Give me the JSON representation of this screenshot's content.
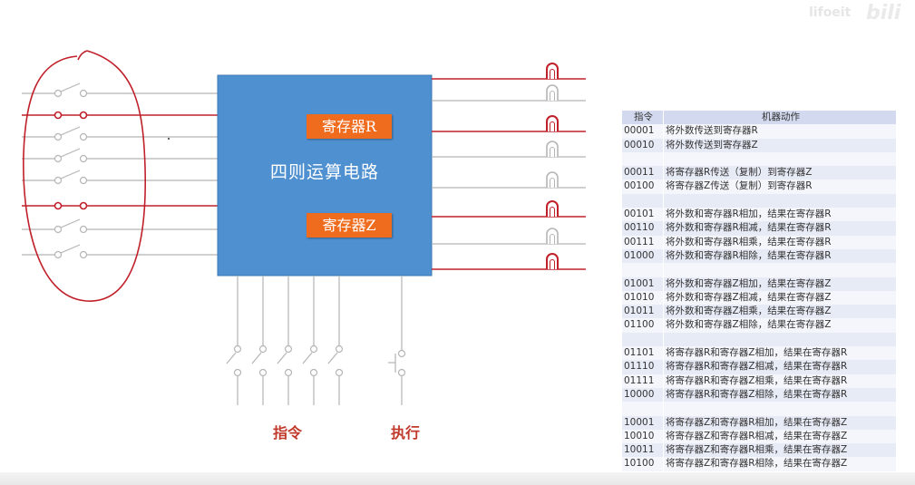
{
  "main_box": {
    "title": "四则运算电路",
    "fill": "#4f90d0"
  },
  "registers": {
    "r_label": "寄存器R",
    "z_label": "寄存器Z",
    "fill": "#ef6c1f"
  },
  "labels": {
    "instruction": "指令",
    "execute": "执行"
  },
  "watermark": {
    "text": "lifoeit",
    "logo": "bili"
  },
  "left_switches": {
    "closed": [
      false,
      true,
      false,
      false,
      false,
      true,
      false,
      false
    ]
  },
  "output_lamps": {
    "lit": [
      true,
      false,
      true,
      false,
      false,
      true,
      false,
      true
    ]
  },
  "bottom_switches": {
    "count": 5
  },
  "colors": {
    "active": "#c0202a",
    "inactive": "#b5b5b5",
    "ellipse": "#c0202a"
  },
  "table": {
    "header": {
      "code": "指令",
      "action": "机器动作"
    },
    "rows": [
      {
        "code": "00001",
        "action": "将外数传送到寄存器R"
      },
      {
        "code": "00010",
        "action": "将外数传送到寄存器Z"
      },
      {
        "code": "",
        "action": ""
      },
      {
        "code": "00011",
        "action": "将寄存器R传送（复制）到寄存器Z"
      },
      {
        "code": "00100",
        "action": "将寄存器Z传送（复制）到寄存器R"
      },
      {
        "code": "",
        "action": ""
      },
      {
        "code": "00101",
        "action": "将外数和寄存器R相加，结果在寄存器R"
      },
      {
        "code": "00110",
        "action": "将外数和寄存器R相减，结果在寄存器R"
      },
      {
        "code": "00111",
        "action": "将外数和寄存器R相乘，结果在寄存器R"
      },
      {
        "code": "01000",
        "action": "将外数和寄存器R相除，结果在寄存器R"
      },
      {
        "code": "",
        "action": ""
      },
      {
        "code": "01001",
        "action": "将外数和寄存器Z相加，结果在寄存器Z"
      },
      {
        "code": "01010",
        "action": "将外数和寄存器Z相减，结果在寄存器Z"
      },
      {
        "code": "01011",
        "action": "将外数和寄存器Z相乘，结果在寄存器Z"
      },
      {
        "code": "01100",
        "action": "将外数和寄存器Z相除，结果在寄存器Z"
      },
      {
        "code": "",
        "action": ""
      },
      {
        "code": "01101",
        "action": "将寄存器R和寄存器Z相加，结果在寄存器R"
      },
      {
        "code": "01110",
        "action": "将寄存器R和寄存器Z相减，结果在寄存器R"
      },
      {
        "code": "01111",
        "action": "将寄存器R和寄存器Z相乘，结果在寄存器R"
      },
      {
        "code": "10000",
        "action": "将寄存器R和寄存器Z相除，结果在寄存器R"
      },
      {
        "code": "",
        "action": ""
      },
      {
        "code": "10001",
        "action": "将寄存器Z和寄存器R相加，结果在寄存器Z"
      },
      {
        "code": "10010",
        "action": "将寄存器Z和寄存器R相减，结果在寄存器Z"
      },
      {
        "code": "10011",
        "action": "将寄存器Z和寄存器R相乘，结果在寄存器Z"
      },
      {
        "code": "10100",
        "action": "将寄存器Z和寄存器R相除，结果在寄存器Z"
      }
    ]
  }
}
